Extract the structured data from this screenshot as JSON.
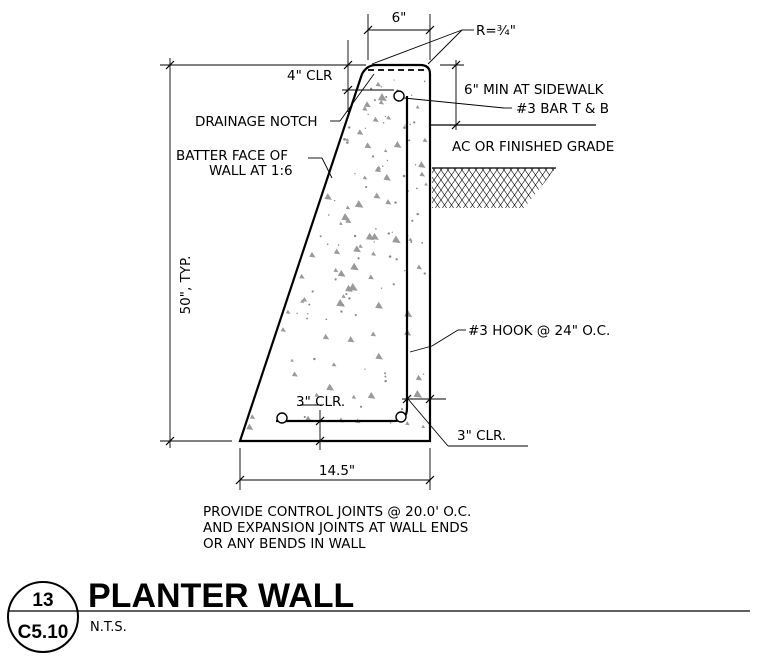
{
  "dimensions": {
    "top_width": "6\"",
    "radius": "R=¾\"",
    "cover_top": "4\" CLR",
    "height": "50\", TYP.",
    "base_width": "14.5\"",
    "cover_bottom": "3\" CLR.",
    "cover_side": "3\" CLR."
  },
  "callouts": {
    "sidewalk": "6\" MIN AT SIDEWALK",
    "bar_tb": "#3 BAR T & B",
    "drainage": "DRAINAGE NOTCH",
    "batter_line1": "BATTER FACE OF",
    "batter_line2": "WALL AT 1:6",
    "grade": "AC OR FINISHED GRADE",
    "hook": "#3 HOOK @ 24\" O.C."
  },
  "notes": [
    "PROVIDE CONTROL JOINTS @ 20.0' O.C.",
    "AND EXPANSION JOINTS AT WALL ENDS",
    "OR ANY BENDS IN WALL"
  ],
  "title_block": {
    "detail_number": "13",
    "sheet_number": "C5.10",
    "title": "PLANTER WALL",
    "scale": "N.T.S."
  }
}
